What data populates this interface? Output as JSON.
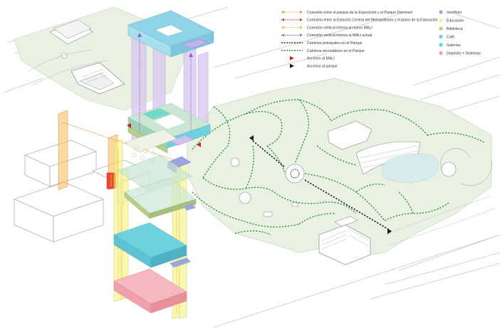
{
  "legend_left": [
    {
      "id": "expo-dammert",
      "label": "Conexión entre el parque de la Exposición y el Parque Dammert",
      "kind": "dotted-arrow",
      "color": "#e8903a"
    },
    {
      "id": "estacion",
      "label": "Conexión entre la Estación Central del Metropolitano y el plano de la Educación",
      "kind": "dotted-arrow",
      "color": "#d83a2a"
    },
    {
      "id": "vertical-nuevo",
      "label": "Conexión vertical interna al nuevo MALI",
      "kind": "dotted-arrow",
      "color": "#d8c820"
    },
    {
      "id": "vertical-actual",
      "label": "Conexión vertical interna al MALI actual",
      "kind": "dotted-arrow",
      "color": "#9a5ad0"
    },
    {
      "id": "caminos-principales",
      "label": "Caminos principales en el Parque",
      "kind": "dashed",
      "color": "#1a1a1a"
    },
    {
      "id": "caminos-secundarios",
      "label": "Caminos secundarios en el Parque",
      "kind": "dashed",
      "color": "#2e8a3a"
    },
    {
      "id": "accesos-mali",
      "label": "Accesos al MALI",
      "kind": "triangle",
      "color": "#c82a1a"
    },
    {
      "id": "accesos-parque",
      "label": "Accesos al parque",
      "kind": "triangle",
      "color": "#1a1a1a"
    }
  ],
  "legend_right": [
    {
      "id": "vestibulo",
      "label": "Vestíbulo",
      "color": "#9ba4dc"
    },
    {
      "id": "educacion",
      "label": "Educación",
      "color": "#f2ef9a"
    },
    {
      "id": "biblioteca",
      "label": "Biblioteca",
      "color": "#b8cf8a"
    },
    {
      "id": "cafe",
      "label": "Café",
      "color": "#6fd0de"
    },
    {
      "id": "galerias",
      "label": "Galerías",
      "color": "#5ed6c6"
    },
    {
      "id": "deposito",
      "label": "Depósito + Sistemas",
      "color": "#f0a0a8"
    }
  ]
}
